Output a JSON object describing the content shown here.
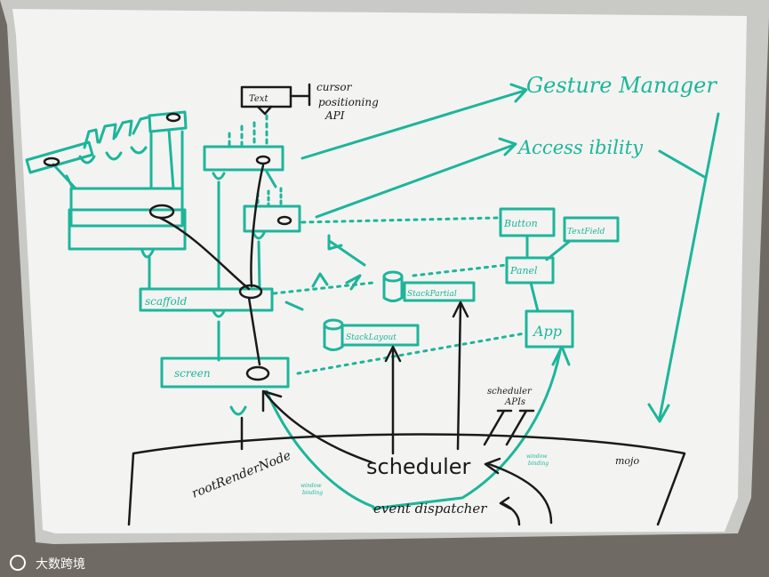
{
  "colors": {
    "ink_green": "#1db59a",
    "ink_black": "#1a1a1a",
    "board": "#f3f4f2",
    "frame": "#c9c9c6",
    "floor": "#6f6a63"
  },
  "labels": {
    "gesture_manager": "Gesture Manager",
    "accessibility": "Access ibility",
    "text_box": "Text",
    "cursor_api": [
      "cursor",
      "positioning",
      "API"
    ],
    "scaffold": "scaffold",
    "screen": "screen",
    "button": "Button",
    "textfield": "TextField",
    "panel": "Panel",
    "app": "App",
    "stack_partial": "StackPartial",
    "stack_layout": "StackLayout",
    "root_render_node": "rootRenderNode",
    "scheduler": "scheduler",
    "scheduler_apis": [
      "scheduler",
      "APIs"
    ],
    "event_dispatcher": "event dispatcher",
    "mojo": "mojo",
    "engine_note_left": [
      "window",
      "binding"
    ],
    "engine_note_right": [
      "window",
      "binding"
    ]
  },
  "watermark": {
    "brand": "大数跨境"
  }
}
